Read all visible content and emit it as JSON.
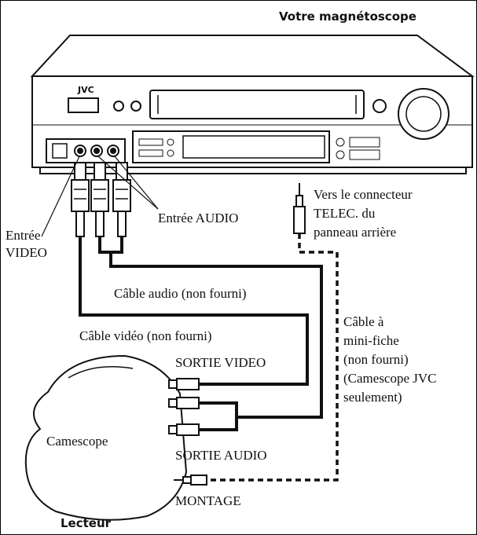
{
  "title_vcr": "Votre magnétoscope",
  "brand": "JVC",
  "labels": {
    "audio_in": "Entrée AUDIO",
    "video_in_1": "Entrée",
    "video_in_2": "VIDEO",
    "remote_1": "Vers le connecteur",
    "remote_2": "TELEC. du",
    "remote_3": "panneau arrière",
    "audio_cable": "Câble audio (non fourni)",
    "video_cable": "Câble vidéo (non fourni)",
    "mini_1": "Câble à",
    "mini_2": "mini-fiche",
    "mini_3": "(non fourni)",
    "mini_4": "(Camescope JVC",
    "mini_5": "seulement)",
    "video_out": "SORTIE VIDEO",
    "audio_out": "SORTIE AUDIO",
    "edit": "MONTAGE",
    "camcorder": "Camescope",
    "player": "Lecteur"
  },
  "colors": {
    "line": "#111111",
    "fill": "#ffffff"
  }
}
